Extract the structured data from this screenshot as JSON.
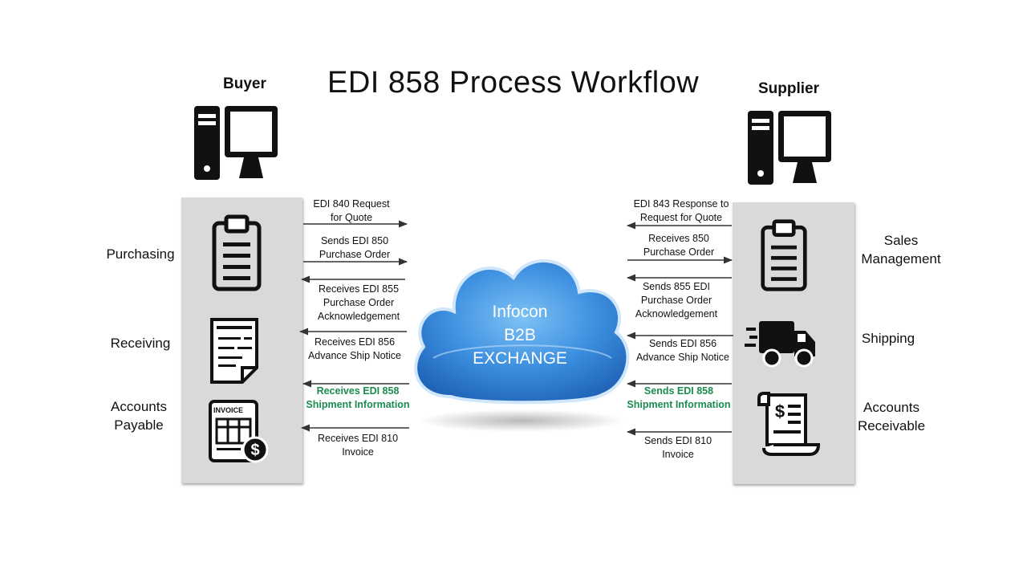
{
  "title": "EDI 858 Process Workflow",
  "buyer": {
    "label": "Buyer",
    "departments": [
      "Purchasing",
      "Receiving",
      "Accounts\nPayable"
    ]
  },
  "supplier": {
    "label": "Supplier",
    "departments": [
      "Sales\nManagement",
      "Shipping",
      "Accounts\nReceivable"
    ]
  },
  "cloud": {
    "line1": "Infocon",
    "line2": "B2B",
    "line3": "EXCHANGE"
  },
  "invoice_icon_text": "INVOICE",
  "buyer_flows": [
    {
      "text": "EDI 840 Request\nfor Quote",
      "direction": "to-cloud"
    },
    {
      "text": "Sends EDI 850\nPurchase Order",
      "direction": "to-cloud"
    },
    {
      "text": "Receives EDI 855\nPurchase Order\nAcknowledgement",
      "direction": "from-cloud"
    },
    {
      "text": "Receives EDI 856\nAdvance Ship Notice",
      "direction": "from-cloud"
    },
    {
      "text": "Receives EDI 858\nShipment Information",
      "direction": "from-cloud",
      "highlight": true
    },
    {
      "text": "Receives EDI 810\nInvoice",
      "direction": "from-cloud"
    }
  ],
  "supplier_flows": [
    {
      "text": "EDI 843 Response to\nRequest for Quote",
      "direction": "to-cloud"
    },
    {
      "text": "Receives 850\nPurchase Order",
      "direction": "from-cloud"
    },
    {
      "text": "Sends 855 EDI\nPurchase Order\nAcknowledgement",
      "direction": "to-cloud"
    },
    {
      "text": "Sends EDI 856\nAdvance Ship Notice",
      "direction": "to-cloud"
    },
    {
      "text": "Sends EDI 858\nShipment Information",
      "direction": "to-cloud",
      "highlight": true
    },
    {
      "text": "Sends EDI 810\nInvoice",
      "direction": "to-cloud"
    }
  ],
  "colors": {
    "highlight": "#1a8c4e",
    "cloud": "#2a7fd6",
    "panel": "#d9d9d9"
  }
}
